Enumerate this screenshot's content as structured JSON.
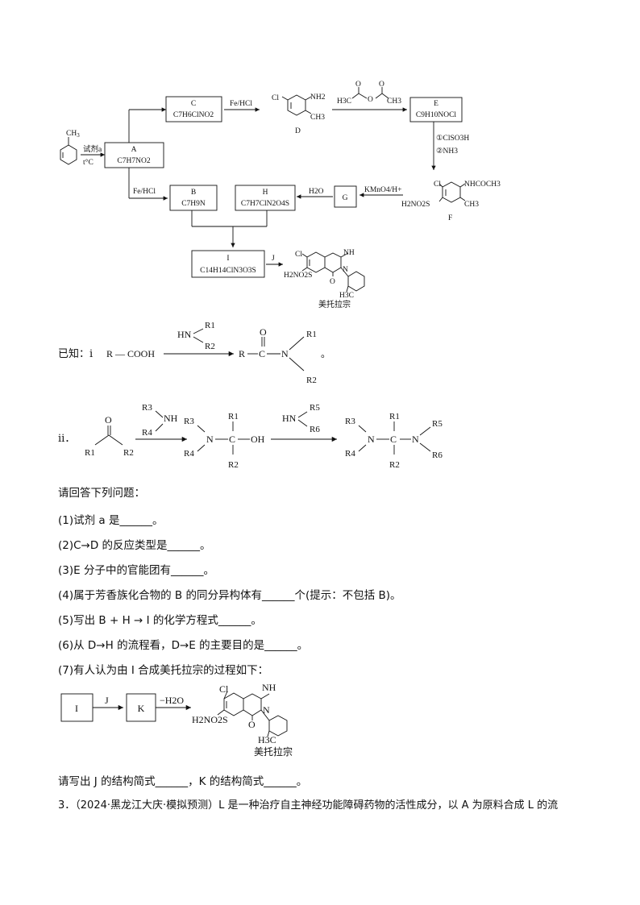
{
  "flow": {
    "toluene_me": "CH",
    "toluene_me_sub": "3",
    "reagent_a": "试剂a",
    "temp": "t°C",
    "A_label": "A",
    "A_formula": "C7H7NO2",
    "C_label": "C",
    "C_formula": "C7H6ClNO2",
    "B_label": "B",
    "B_formula": "C7H9N",
    "H_label": "H",
    "H_formula": "C7H7ClN2O4S",
    "G_label": "G",
    "E_label": "E",
    "E_formula": "C9H10NOCl",
    "I_label": "I",
    "I_formula": "C14H14ClN3O3S",
    "D_label": "D",
    "F_label": "F",
    "fe_hcl_1": "Fe/HCl",
    "fe_hcl_2": "Fe/HCl",
    "h2o": "H2O",
    "kmno4": "KMnO4/H+",
    "clso3h": "①ClSO3H",
    "nh3": "②NH3",
    "J_arrow": "J",
    "cl": "Cl",
    "nh2": "NH2",
    "ch3": "CH3",
    "nhcoch3": "NHCOCH3",
    "h2no2s": "H2NO2S",
    "anhydride_left": "H3C",
    "anhydride_right": "CH3",
    "product_name": "美托拉宗"
  },
  "known": {
    "intro": "已知：ⅰ",
    "r_cooh": "R — COOH",
    "hn": "HN",
    "r1": "R1",
    "r2": "R2",
    "r": "R",
    "c": "C",
    "n": "N",
    "o": "O",
    "period": "。",
    "ii_label": "ⅱ．",
    "r3": "R3",
    "r4": "R4",
    "r5": "R5",
    "r6": "R6",
    "nh": "NH",
    "oh": "OH"
  },
  "questions": {
    "prompt": "请回答下列问题：",
    "q1": "(1)试剂 a 是______。",
    "q2": "(2)C→D 的反应类型是______。",
    "q3": "(3)E 分子中的官能团有______。",
    "q4": "(4)属于芳香族化合物的 B 的同分异构体有______个(提示：不包括 B)。",
    "q5": "(5)写出 B + H → I 的化学方程式______。",
    "q6": "(6)从 D→H 的流程看，D→E 的主要目的是______。",
    "q7": "(7)有人认为由 I 合成美托拉宗的过程如下：",
    "box_I": "I",
    "arrow_J": "J",
    "box_K": "K",
    "minus_h2o": "−H2O",
    "q7b": "请写出 J 的结构简式______，K 的结构简式______。",
    "q3next": "3．（2024·黑龙江大庆·模拟预测）L 是一种治疗自主神经功能障碍药物的活性成分，以 A 为原料合成 L 的流"
  }
}
